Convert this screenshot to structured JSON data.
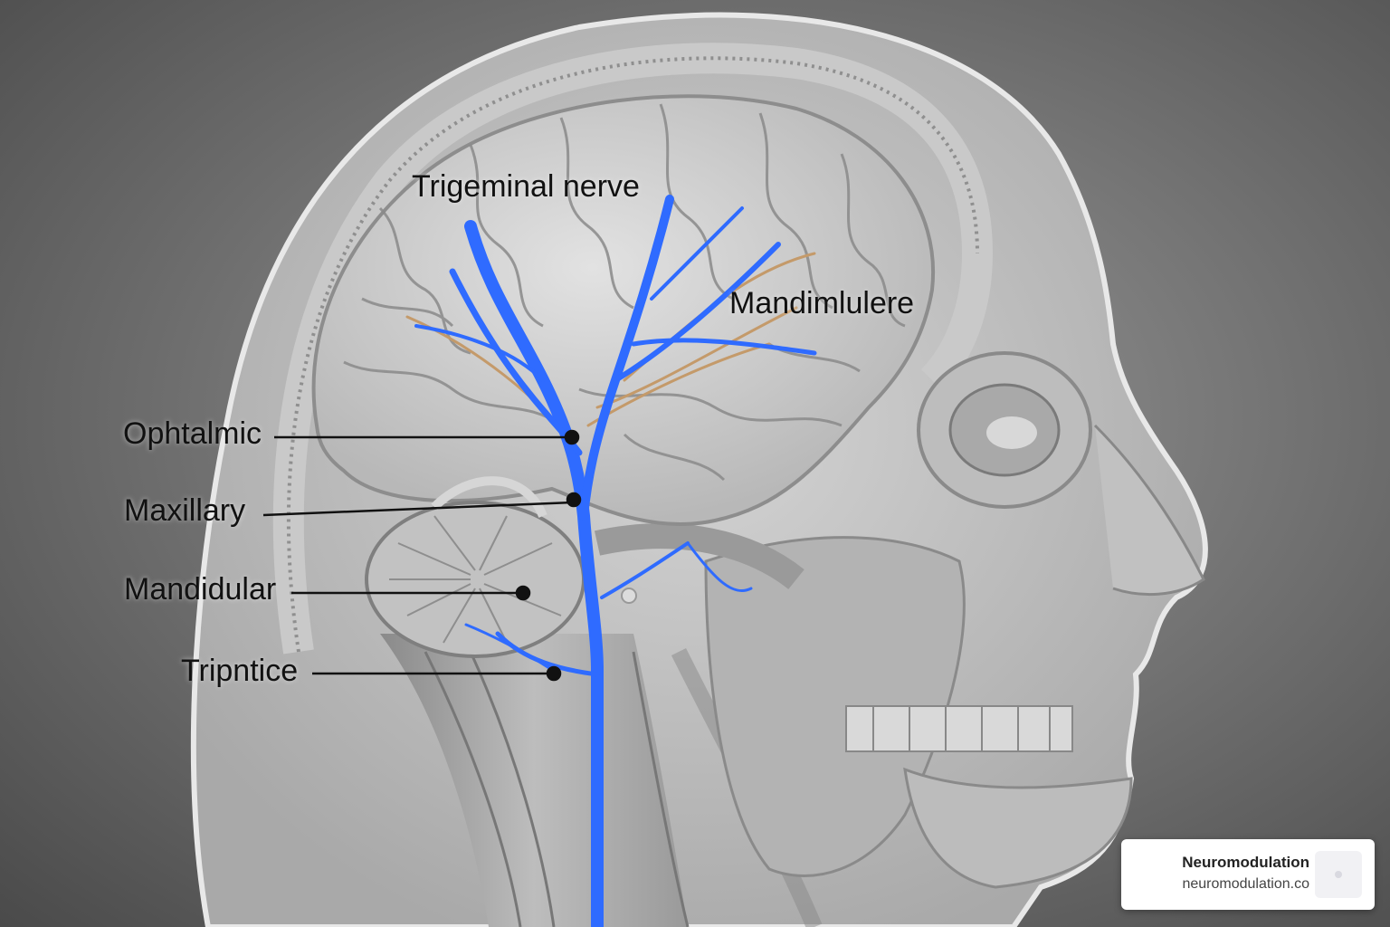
{
  "diagram": {
    "title": "Trigeminal nerve",
    "labels": {
      "mandimlulere": "Mandimlulere",
      "ophtalmic": "Ophtalmic",
      "maxillary": "Maxillary",
      "mandidular": "Mandidular",
      "tripntice": "Tripntice"
    },
    "colors": {
      "nerve": "#2f6bff",
      "leader_line": "#111111",
      "branch_tint": "#c49a6a"
    }
  },
  "watermark": {
    "title": "Neuromodulation",
    "url": "neuromodulation.co",
    "icon": "brand-logo-icon"
  }
}
